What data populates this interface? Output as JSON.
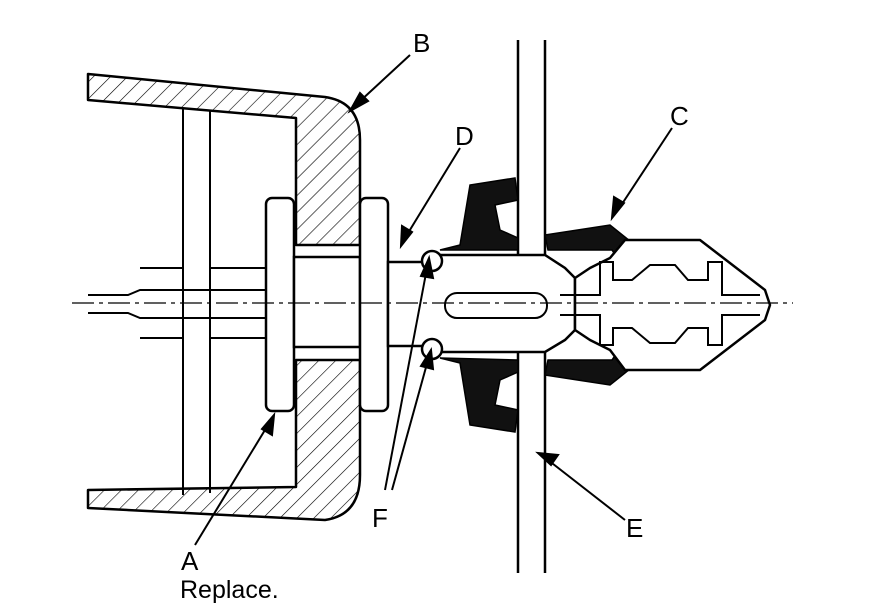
{
  "diagram": {
    "callouts": {
      "a": "A",
      "b": "B",
      "c": "C",
      "d": "D",
      "e": "E",
      "f": "F"
    },
    "note": "Replace."
  }
}
